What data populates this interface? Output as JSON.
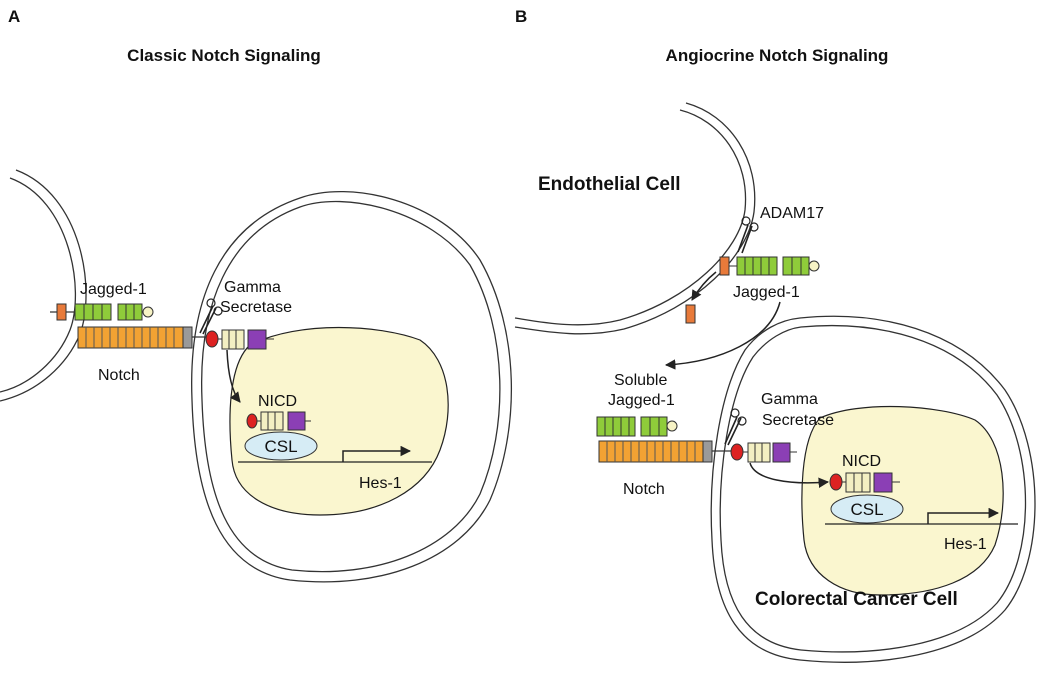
{
  "panel_a": {
    "letter": "A",
    "title": "Classic Notch Signaling",
    "labels": {
      "ligand": "Jagged-1",
      "enzyme_line1": "Gamma",
      "enzyme_line2": "Secretase",
      "receptor": "Notch",
      "icd": "NICD",
      "factor": "CSL",
      "target_gene": "Hes-1"
    }
  },
  "panel_b": {
    "letter": "B",
    "title": "Angiocrine Notch Signaling",
    "labels": {
      "sender_cell": "Endothelial Cell",
      "protease": "ADAM17",
      "ligand": "Jagged-1",
      "soluble_line1": "Soluble",
      "soluble_line2": "Jagged-1",
      "enzyme_line1": "Gamma",
      "enzyme_line2": "Secretase",
      "receptor": "Notch",
      "icd": "NICD",
      "factor": "CSL",
      "target_gene": "Hes-1",
      "receiver_cell": "Colorectal Cancer Cell"
    }
  },
  "colors": {
    "ligand_green": "#8fcc3a",
    "ligand_orange": "#e87a3a",
    "notch_orange": "#f2a233",
    "notch_gray": "#9a9a9a",
    "icd_red": "#dd2222",
    "icd_cream": "#f3efc2",
    "icd_purple": "#8b3fb5",
    "nucleus_fill": "#faf6cf",
    "csl_fill": "#d6ecf5"
  }
}
